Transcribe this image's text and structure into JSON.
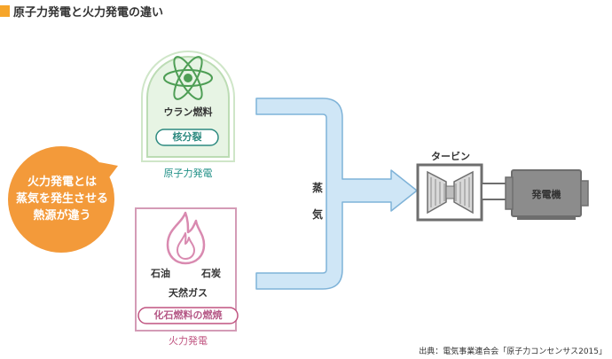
{
  "title": "原子力発電と火力発電の違い",
  "nuclear": {
    "fuel_label": "ウラン燃料",
    "reaction_label": "核分裂",
    "caption": "原子力発電",
    "icon": "atom-icon"
  },
  "thermal": {
    "fuel_oil": "石油",
    "fuel_coal": "石炭",
    "fuel_gas": "天然ガス",
    "reaction_label": "化石燃料の燃焼",
    "caption": "火力発電",
    "icon": "flame-icon"
  },
  "callout": {
    "text_line1": "火力発電とは",
    "text_line2": "蒸気を発生させる",
    "text_line3": "熱源が違う"
  },
  "steam": {
    "char1": "蒸",
    "char2": "気"
  },
  "turbine_label": "タービン",
  "generator_label": "発電機",
  "source": "出典：電気事業連合会「原子力コンセンサス2015」",
  "colors": {
    "title_accent": "#f6a52a",
    "nuclear_green": "#2d8a80",
    "nuclear_bg": "#e6f3e3",
    "thermal_pink": "#c05480",
    "callout_orange": "#f39a3a",
    "steam_blue": "#b9dcf0",
    "machine_gray": "#6e6e6e"
  }
}
